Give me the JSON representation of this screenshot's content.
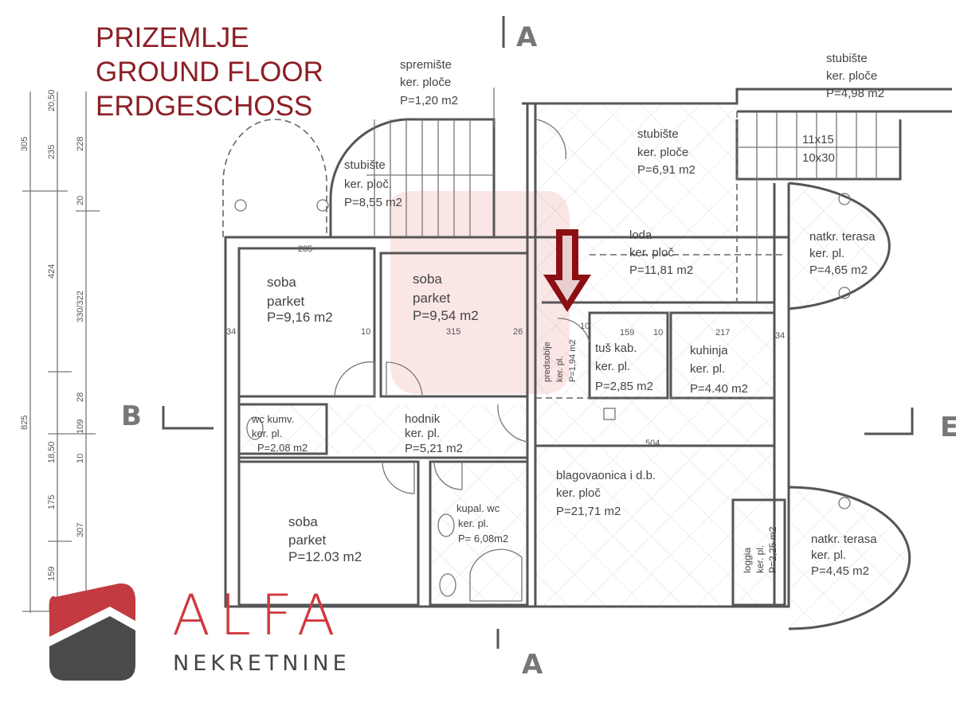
{
  "title": {
    "line1": "PRIZEMLJE",
    "line2": "GROUND FLOOR",
    "line3": "ERDGESCHOSS",
    "color": "#8b1f24"
  },
  "section_markers": {
    "top": "A",
    "bottom": "A",
    "left": "B",
    "right": "E"
  },
  "rooms": [
    {
      "name": "spremište",
      "floor": "ker. ploče",
      "area": "P=1,20 m2"
    },
    {
      "name": "stubište",
      "floor": "ker. ploč.",
      "area": "P=8,55 m2"
    },
    {
      "name": "stubište",
      "floor": "ker. ploče",
      "area": "P=6,91 m2"
    },
    {
      "name": "stubište",
      "floor": "ker. ploče",
      "area": "P=4,98 m2"
    },
    {
      "name": "loda",
      "floor": "ker. ploč",
      "area": "P=11,81 m2"
    },
    {
      "name": "natkr. terasa",
      "floor": "ker. pl.",
      "area": "P=4,65 m2"
    },
    {
      "name": "soba",
      "floor": "parket",
      "area": "P=9,16 m2"
    },
    {
      "name": "soba",
      "floor": "parket",
      "area": "P=9,54 m2"
    },
    {
      "name": "predsoblje",
      "floor": "ker. pl.",
      "area": "P=1,94 m2"
    },
    {
      "name": "tuš kab.",
      "floor": "ker. pl.",
      "area": "P=2,85 m2"
    },
    {
      "name": "kuhinja",
      "floor": "ker. pl.",
      "area": "P=4.40 m2"
    },
    {
      "name": "wc kumv.",
      "floor": "ker. pl.",
      "area": "P=2.08 m2"
    },
    {
      "name": "hodnik",
      "floor": "ker. pl.",
      "area": "P=5,21 m2"
    },
    {
      "name": "blagovaonica i d.b.",
      "floor": "ker. ploč",
      "area": "P=21,71 m2"
    },
    {
      "name": "soba",
      "floor": "parket",
      "area": "P=12.03 m2"
    },
    {
      "name": "kupal. wc",
      "floor": "ker. pl.",
      "area": "P= 6,08m2"
    },
    {
      "name": "loggia",
      "floor": "ker. pl.",
      "area": "P=2,25 m2"
    },
    {
      "name": "natkr. terasa",
      "floor": "ker. pl.",
      "area": "P=4,45 m2"
    }
  ],
  "stairs_note": {
    "line1": "11x15",
    "line2": "10x30"
  },
  "dimensions": {
    "outer": [
      "305",
      "825"
    ],
    "middle": [
      "20,50",
      "235",
      "424",
      "18,50",
      "175",
      "159"
    ],
    "inner": [
      "228",
      "20",
      "330/322",
      "28",
      "109",
      "10",
      "307"
    ],
    "plan": [
      "285",
      "34",
      "10",
      "315",
      "26",
      "10",
      "159",
      "10",
      "217",
      "504",
      "34"
    ]
  },
  "logo": {
    "brand": "ALFA",
    "subtitle": "NEKRETNINE",
    "red": "#d0393f",
    "dark": "#444444"
  },
  "arrow_color": "#8b0f12"
}
